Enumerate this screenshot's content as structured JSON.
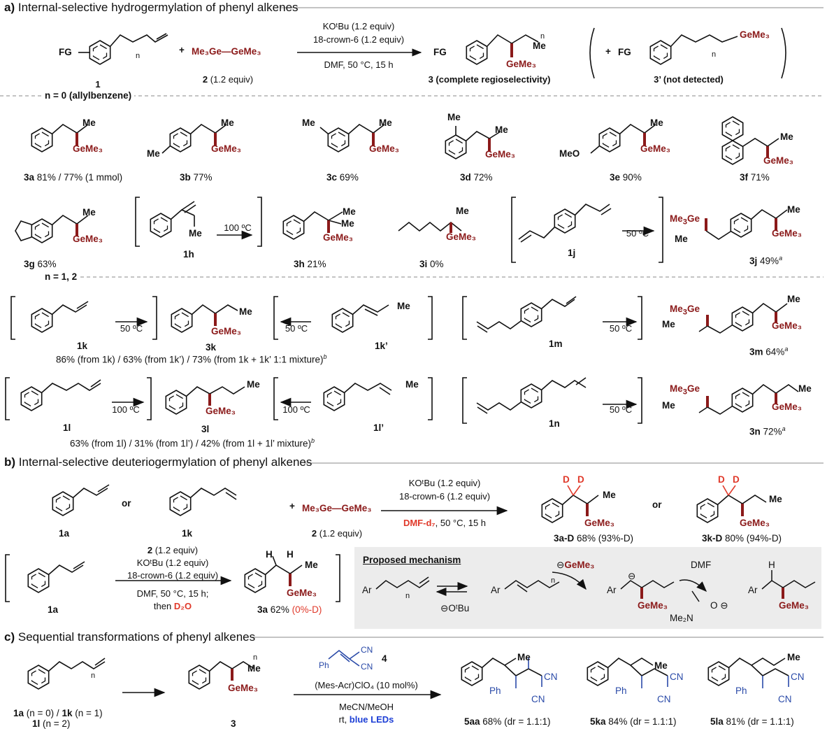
{
  "sections": {
    "a_label": "a)",
    "a_title": "Internal-selective hydrogermylation of phenyl alkenes",
    "b_label": "b)",
    "b_title": "Internal-selective deuteriogermylation of phenyl alkenes",
    "c_label": "c)",
    "c_title": "Sequential transformations of phenyl alkenes"
  },
  "scheme_a": {
    "fg": "FG",
    "plus": "+",
    "reagent": "Me₃Ge—GeMe₃",
    "cond1": "KOᵗBu (1.2 equiv)",
    "cond2": "18-crown-6 (1.2 equiv)",
    "cond3": "DMF, 50 °C, 15 h",
    "sub_label": "1",
    "reagent_label": "2",
    "reagent_equiv": "(1.2 equiv)",
    "prod_label": "3 (complete regioselectivity)",
    "alt_label": "3’ (not detected)",
    "n": "n",
    "me": "Me",
    "geme3": "GeMe₃"
  },
  "group_n0": "n = 0 (allylbenzene)",
  "group_n12": "n = 1, 2",
  "products_row1": [
    {
      "id": "3a",
      "yield": "81% / 77% (1 mmol)"
    },
    {
      "id": "3b",
      "yield": "77%"
    },
    {
      "id": "3c",
      "yield": "69%"
    },
    {
      "id": "3d",
      "yield": "72%"
    },
    {
      "id": "3e",
      "yield": "90%"
    },
    {
      "id": "3f",
      "yield": "71%"
    }
  ],
  "products_row2": [
    {
      "id": "3g",
      "yield": "63%"
    },
    {
      "id": "1h",
      "yield": ""
    },
    {
      "id": "3h",
      "yield": "21%"
    },
    {
      "id": "3i",
      "yield": "0%"
    },
    {
      "id": "1j",
      "yield": ""
    },
    {
      "id": "3j",
      "yield": "49%",
      "note": "a"
    }
  ],
  "conds": {
    "t100": "100 ºC",
    "t50": "50 ºC"
  },
  "row3": {
    "s1": "1k",
    "p": "3k",
    "s2": "1k’",
    "s3": "1m",
    "p2": "3m",
    "p2_yield": "64%",
    "p2_note": "a",
    "footnote": "86% (from 1k) / 63% (from 1k’) / 73% (from 1k + 1k’ 1:1 mixture)",
    "footnote_mark": "b"
  },
  "row4": {
    "s1": "1l",
    "p": "3l",
    "s2": "1l’",
    "s3": "1n",
    "p2": "3n",
    "p2_yield": "72%",
    "p2_note": "a",
    "footnote": "63% (from 1l) / 31% (from 1l’) / 42% (from 1l + 1l’ mixture)",
    "footnote_mark": "b"
  },
  "scheme_b": {
    "s1": "1a",
    "or": "or",
    "s2": "1k",
    "plus": "+",
    "reagent": "Me₃Ge—GeMe₃",
    "reagent_label": "2",
    "reagent_equiv": "(1.2 equiv)",
    "cond1": "KOᵗBu (1.2 equiv)",
    "cond2": "18-crown-6 (1.2 equiv)",
    "cond3a": "DMF-d₇",
    "cond3b": ", 50 °C, 15 h",
    "p1": "3a-D",
    "p1_yield": "68% (93%-D)",
    "p2": "3k-D",
    "p2_yield": "80% (94%-D)",
    "d": "D",
    "h": "H",
    "ctrl_c1": "2 (1.2 equiv)",
    "ctrl_c2": "KOᵗBu (1.2 equiv)",
    "ctrl_c3": "18-crown-6 (1.2 equiv)",
    "ctrl_c4": "DMF, 50 °C, 15 h;",
    "ctrl_c5a": "then ",
    "ctrl_c5b": "D₂O",
    "ctrl_s": "1a",
    "ctrl_p": "3a",
    "ctrl_yield": "62%",
    "ctrl_d": "(0%-D)"
  },
  "mechanism": {
    "title": "Proposed mechanism",
    "ar": "Ar",
    "n": "n",
    "otbu": "OᵗBu",
    "geme3": "GeMe₃",
    "dmf": "DMF",
    "me2n": "Me₂N",
    "o": "O",
    "h": "H"
  },
  "scheme_c": {
    "s": "1a (n = 0) / 1k (n = 1)",
    "s2": "1l (n = 2)",
    "mid": "3",
    "ph": "Ph",
    "cn": "CN",
    "reagent_num": "4",
    "cond1": "(Mes-Acr)ClO₄ (10 mol%)",
    "cond2": "MeCN/MeOH",
    "cond3a": "rt, ",
    "cond3b": "blue LEDs",
    "p1": "5aa",
    "p1_yield": "68% (dr = 1.1:1)",
    "p2": "5ka",
    "p2_yield": "84% (dr = 1.1:1)",
    "p3": "5la",
    "p3_yield": "81% (dr = 1.1:1)"
  }
}
